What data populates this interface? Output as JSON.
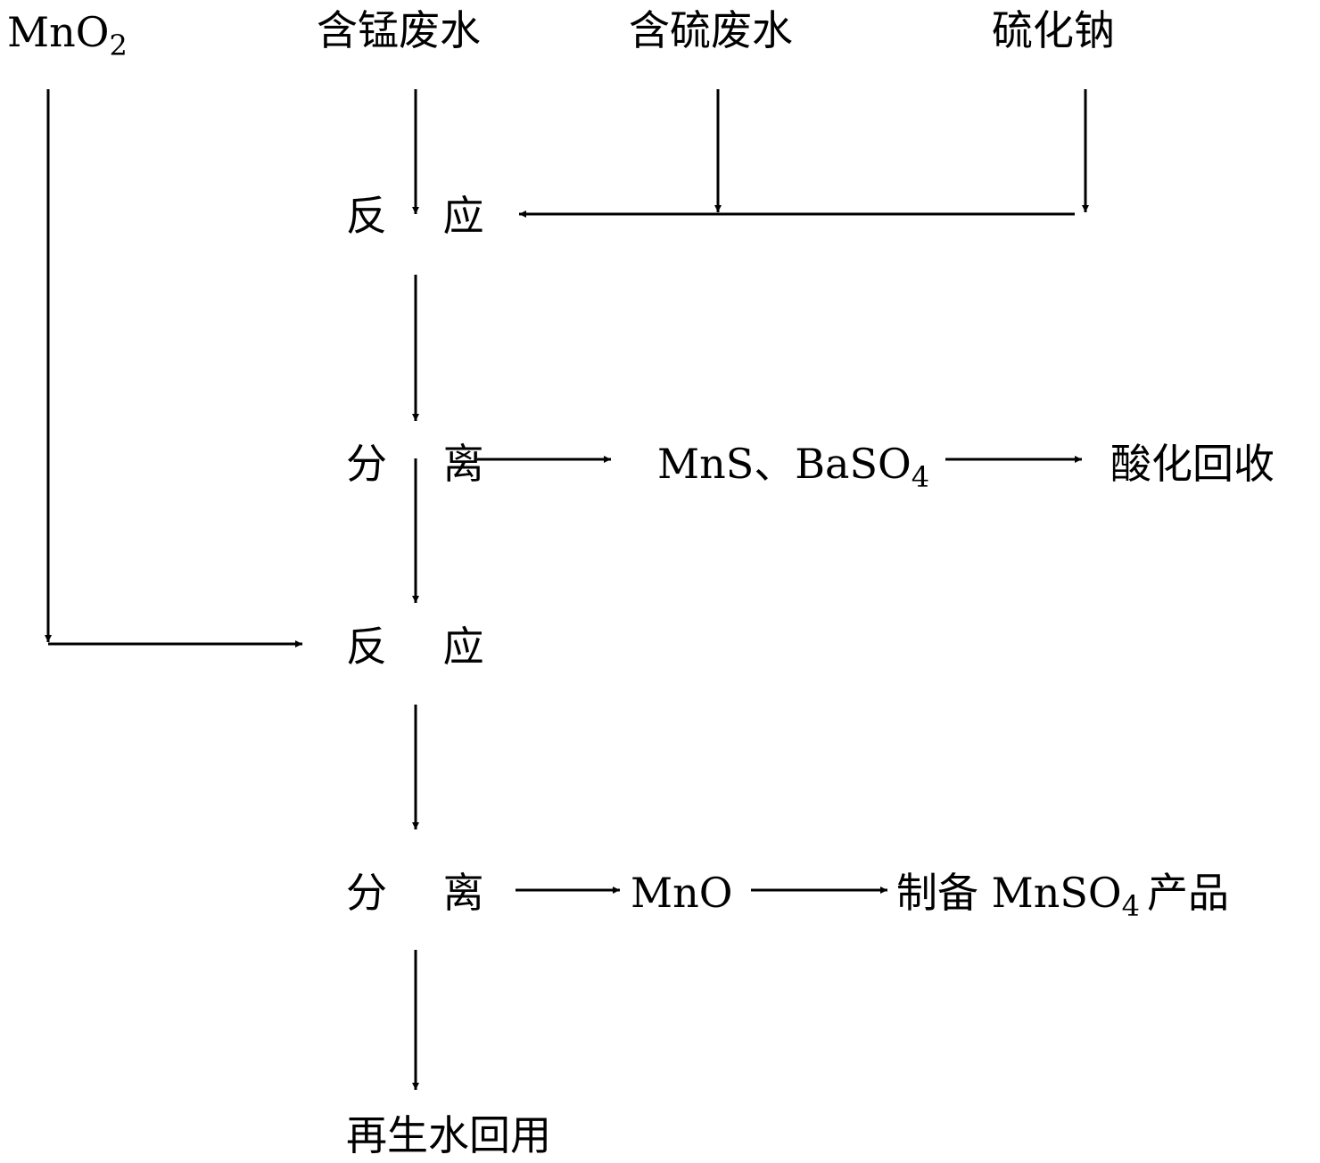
{
  "nodes": {
    "mno2_input": {
      "main": "MnO",
      "sub": "2"
    },
    "mn_wastewater": "含锰废水",
    "s_wastewater": "含硫废水",
    "sodium_sulfide": "硫化钠",
    "reaction_1": "反 应",
    "separation_1": "分 离",
    "mns_baso4": {
      "main": "MnS、BaSO",
      "sub": "4"
    },
    "acid_recovery": "酸化回收",
    "reaction_2": "反 应",
    "separation_2": "分 离",
    "mno": "MnO",
    "mnso4_product": {
      "prefix": "制备 MnSO",
      "sub": "4",
      "suffix": "产品"
    },
    "recycled_water": "再生水回用"
  },
  "edges": [
    {
      "from": "mn_wastewater",
      "to": "reaction_1"
    },
    {
      "from": "s_wastewater",
      "to": "reaction_1"
    },
    {
      "from": "sodium_sulfide",
      "to": "reaction_1"
    },
    {
      "from": "reaction_1",
      "to": "separation_1"
    },
    {
      "from": "separation_1",
      "to": "mns_baso4"
    },
    {
      "from": "mns_baso4",
      "to": "acid_recovery"
    },
    {
      "from": "separation_1",
      "to": "reaction_2"
    },
    {
      "from": "mno2_input",
      "to": "reaction_2"
    },
    {
      "from": "reaction_2",
      "to": "separation_2"
    },
    {
      "from": "separation_2",
      "to": "mno"
    },
    {
      "from": "mno",
      "to": "mnso4_product"
    },
    {
      "from": "separation_2",
      "to": "recycled_water"
    }
  ],
  "colors": {
    "ink": "#000000",
    "background": "#ffffff"
  }
}
